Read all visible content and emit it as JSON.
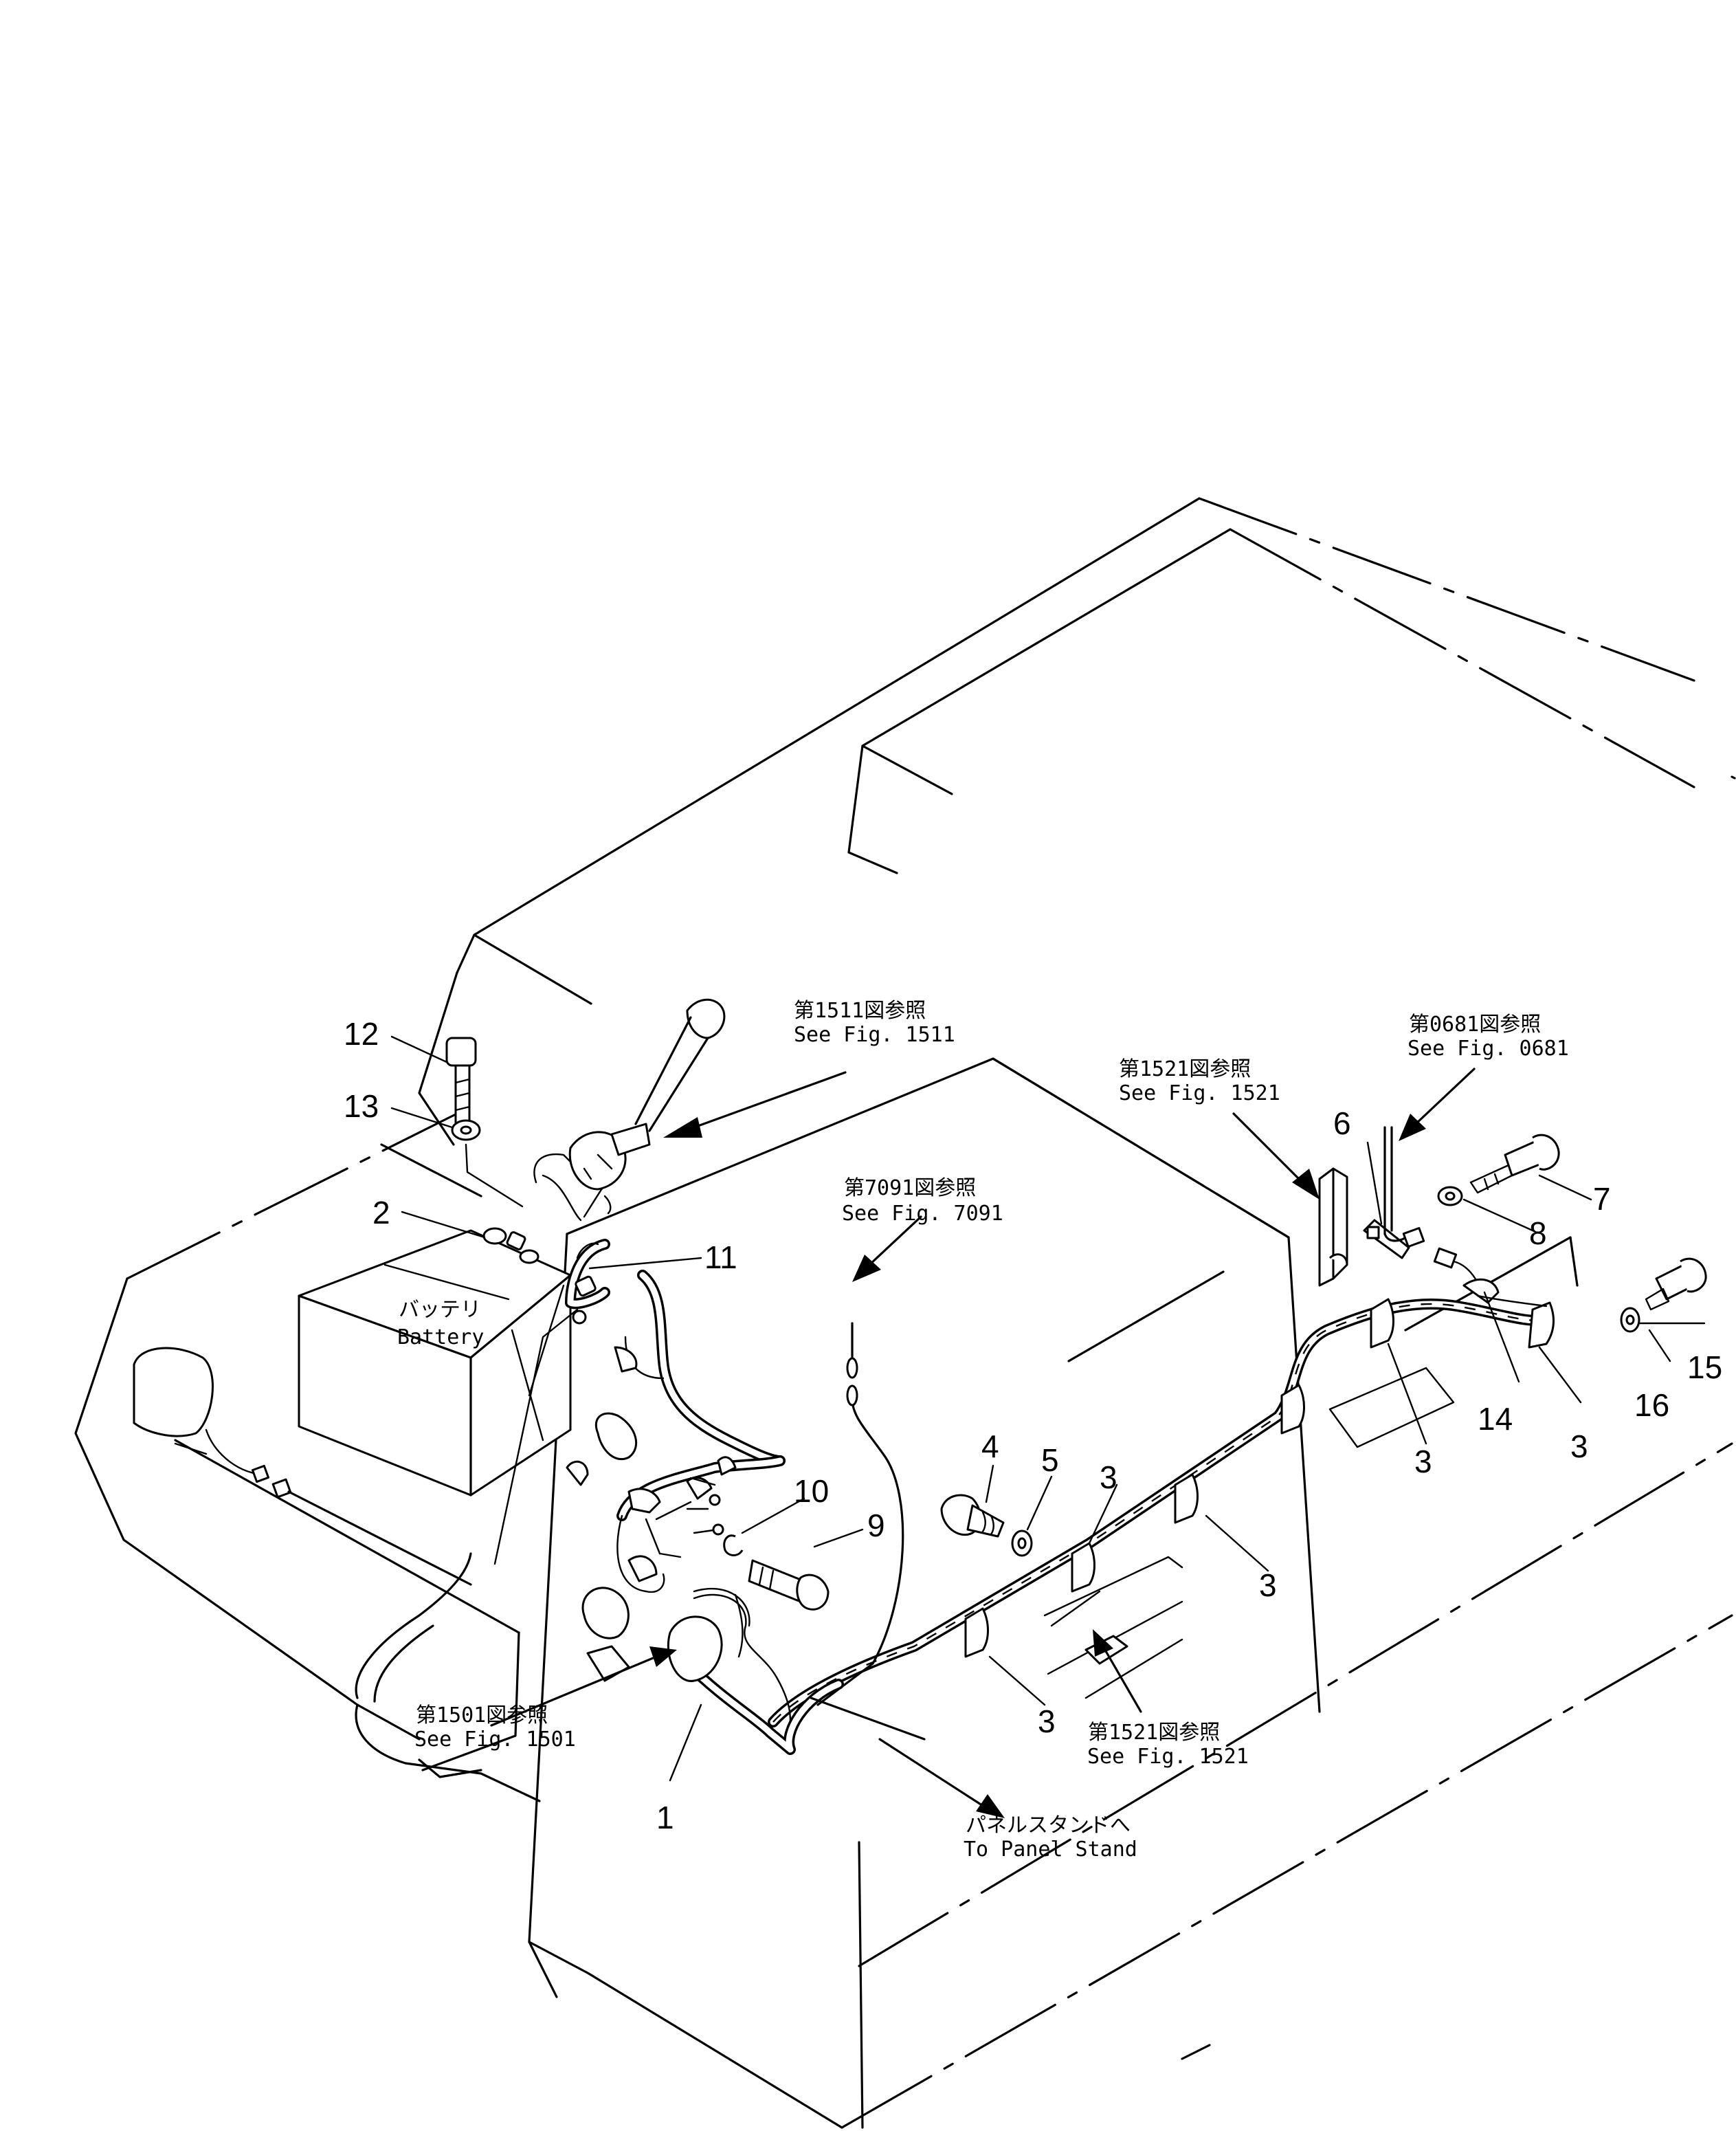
{
  "parts": [
    {
      "number": "1"
    },
    {
      "number": "2"
    },
    {
      "number": "3"
    },
    {
      "number": "4"
    },
    {
      "number": "5"
    },
    {
      "number": "6"
    },
    {
      "number": "7"
    },
    {
      "number": "8"
    },
    {
      "number": "9"
    },
    {
      "number": "10"
    },
    {
      "number": "11"
    },
    {
      "number": "12"
    },
    {
      "number": "13"
    },
    {
      "number": "14"
    },
    {
      "number": "15"
    },
    {
      "number": "16"
    }
  ],
  "callouts": {
    "fig1511": {
      "jp": "第1511図参照",
      "en": "See Fig. 1511"
    },
    "fig1521_top": {
      "jp": "第1521図参照",
      "en": "See Fig. 1521"
    },
    "fig0681": {
      "jp": "第0681図参照",
      "en": "See Fig. 0681"
    },
    "fig7091": {
      "jp": "第7091図参照",
      "en": "See Fig. 7091"
    },
    "fig1501": {
      "jp": "第1501図参照",
      "en": "See Fig. 1501"
    },
    "fig1521_bottom": {
      "jp": "第1521図参照",
      "en": "See Fig. 1521"
    },
    "panel_stand": {
      "jp": "パネルスタンドへ",
      "en": "To Panel Stand"
    }
  },
  "battery": {
    "jp": "バッテリ",
    "en": "Battery"
  }
}
